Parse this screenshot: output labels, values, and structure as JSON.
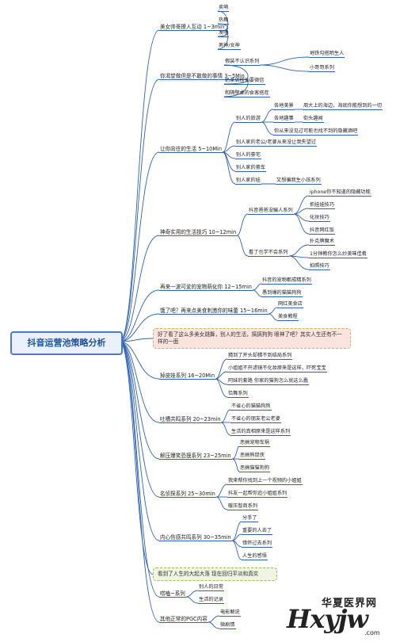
{
  "root": "抖音运营池策略分析",
  "branches": [
    {
      "id": "b1",
      "label": "美女帅哥撩人互动 1~3min",
      "children": [
        {
          "label": "卖萌"
        },
        {
          "label": "热舞"
        },
        {
          "label": "发嗲"
        },
        {
          "label": "男神/女神"
        }
      ]
    },
    {
      "id": "b2",
      "label": "你渴望做但是不敢做的事情 3~5Min",
      "children": [
        {
          "label": "假装不认识系列",
          "children": [
            {
              "label": "地铁勾搭陌生人"
            },
            {
              "label": "小哥哥系列"
            }
          ]
        },
        {
          "label": "奶茶店搭讪要微信"
        },
        {
          "label": "和隔壁桌的食客搭茬"
        }
      ]
    },
    {
      "id": "b3",
      "label": "让你向往的生活 5~10Min",
      "children": [
        {
          "label": "别人的旅游",
          "children": [
            {
              "label": "各地美景",
              "children": [
                {
                  "label": "周大上的海边，海底你能想到的一切"
                }
              ]
            },
            {
              "label": "各地趣事",
              "children": [
                {
                  "label": "街头趣闻"
                }
              ]
            },
            {
              "label": "你从来没见过可能也找不到的隐藏酒吧"
            }
          ]
        },
        {
          "label": "别人家的老公/老婆从来没让我失望过"
        },
        {
          "label": "别人的豪宅"
        },
        {
          "label": "别人家的豪车"
        },
        {
          "label": "别人家的娃",
          "children": [
            {
              "label": "又想骗我生小孩系列"
            }
          ]
        }
      ]
    },
    {
      "id": "b4",
      "label": "神奇实用的生活技巧 10~12min",
      "children": [
        {
          "label": "抖音爸爸没骗人系列",
          "children": [
            {
              "label": "iphone你不知道的隐藏功能"
            },
            {
              "label": "抓娃娃技巧"
            },
            {
              "label": "化妆技巧"
            },
            {
              "label": "抖音网红饭"
            }
          ]
        },
        {
          "label": "看了也学不会系列",
          "children": [
            {
              "label": "扑克牌魔术"
            },
            {
              "label": "1分钟教你怎么炒美味佳肴"
            },
            {
              "label": "拍照技巧"
            }
          ]
        }
      ]
    },
    {
      "id": "b5",
      "label": "再来一波可爱的宠物萌化你 12~15min",
      "children": [
        {
          "label": "抖音的宠物都成精系列"
        },
        {
          "label": "愚到爆的猫猫狗狗"
        }
      ]
    },
    {
      "id": "b6",
      "label": "饿了吧？再来点美食刺激你的味蕾 15~16min",
      "children": [
        {
          "label": "网红美食店"
        },
        {
          "label": "美食教程"
        }
      ]
    },
    {
      "id": "b7",
      "label": "掉皮娃系列 16~20Min",
      "children": [
        {
          "label": "猜到了开头却猜不到结局系列"
        },
        {
          "label": "小姐姐不开滤镜不化妆原来是这样，吓死宝宝"
        },
        {
          "label": "阿妹的套路 你家的猫狗怎么就这么蠢"
        },
        {
          "label": "恰舞系列"
        }
      ]
    },
    {
      "id": "b8",
      "label": "吐槽共鸣系列 20~23min",
      "children": [
        {
          "label": "不省心的猫猫狗狗"
        },
        {
          "label": "不省心的朋友老公老婆"
        },
        {
          "label": "生活的真相原来是这样系列"
        }
      ]
    },
    {
      "id": "b9",
      "label": "解压爆笑恐摸系列 23~25min",
      "children": [
        {
          "label": "恶搞宠物车祸"
        },
        {
          "label": "恶搞熊鼠侠"
        },
        {
          "label": "恶搞猫猫狗狗"
        }
      ]
    },
    {
      "id": "b10",
      "label": "名侦探系列 25~30min",
      "children": [
        {
          "label": "我来帮你找到上一个视频的小姐姐"
        },
        {
          "label": "抖友一起帮你追小姐姐系列"
        },
        {
          "label": "暖压智商系列"
        }
      ]
    },
    {
      "id": "b11",
      "label": "内心伤感共鸣系列 30~35min",
      "children": [
        {
          "label": "分手了"
        },
        {
          "label": "重要的人去了"
        },
        {
          "label": "错怀过去系列"
        },
        {
          "label": "人生的感悟"
        }
      ]
    },
    {
      "id": "b12",
      "label": "唠嗑~系列",
      "children": [
        {
          "label": "别人的日常"
        },
        {
          "label": "生活的记录"
        }
      ]
    },
    {
      "id": "b13",
      "label": "其他正常的PGC内容",
      "children": [
        {
          "label": "电影解说"
        },
        {
          "label": "微剧情"
        }
      ]
    }
  ],
  "callouts": [
    {
      "text": "好了看了这么多美女跳舞，别人的生活，搞搞狗狗 眼神了吧？其实人生还有不一样的一面",
      "style": "red"
    },
    {
      "text": "看到了人生的大起大落  现在回归平淡和真实",
      "style": "green"
    }
  ],
  "watermark": {
    "cn": "华夏医界网",
    "en": "Hxyjw",
    "com": ".com"
  },
  "colors": {
    "line": "#2f62b3",
    "root_border": "#4a7ac8",
    "root_text": "#1e4f9c",
    "callout_red": "#fbe3df",
    "callout_green": "#eef5e2"
  }
}
